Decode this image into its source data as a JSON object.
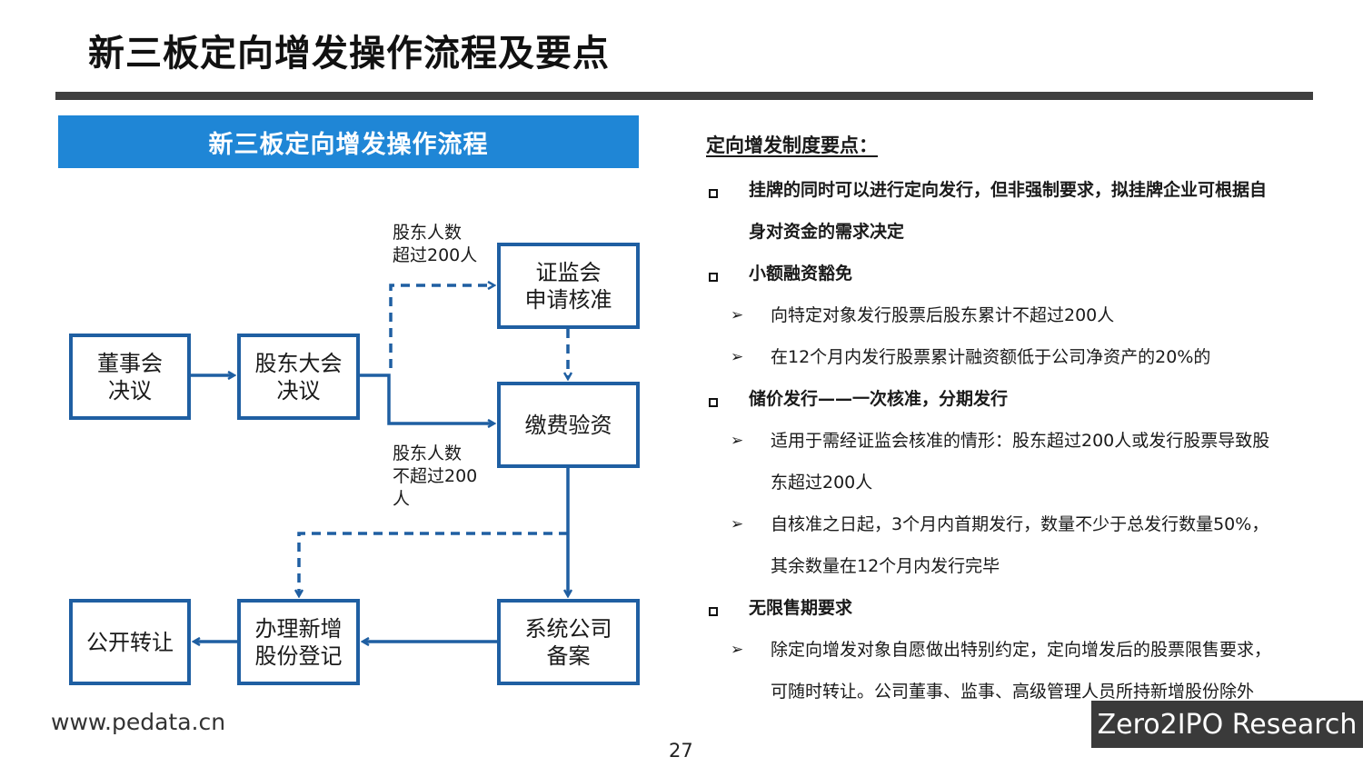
{
  "slide": {
    "title": "新三板定向增发操作流程及要点",
    "website": "www.pedata.cn",
    "page_number": "27",
    "brand": "Zero2IPO Research"
  },
  "flow": {
    "header": "新三板定向增发操作流程",
    "boxes": {
      "board": "董事会\n决议",
      "shareholders": "股东大会\n决议",
      "csrc": "证监会\n申请核准",
      "payment": "缴费验资",
      "system": "系统公司\n备案",
      "register": "办理新增\n股份登记",
      "transfer": "公开转让"
    },
    "notes": {
      "over200": "股东人数\n超过200人",
      "under200": "股东人数\n不超过200\n人"
    },
    "colors": {
      "box_border": "#1f5fa2",
      "arrow": "#1f5fa2",
      "header_bg": "#1f86d6"
    }
  },
  "key_points": {
    "title": "定向增发制度要点：",
    "b1": "挂牌的同时可以进行定向发行，但非强制要求，拟挂牌企业可根据自",
    "b1_cont": "身对资金的需求决定",
    "b2": "小额融资豁免",
    "b2_s1": "向特定对象发行股票后股东累计不超过200人",
    "b2_s2": "在12个月内发行股票累计融资额低于公司净资产的20%的",
    "b3": "储价发行——一次核准，分期发行",
    "b3_s1": "适用于需经证监会核准的情形：股东超过200人或发行股票导致股",
    "b3_s1_cont": "东超过200人",
    "b3_s2": "自核准之日起，3个月内首期发行，数量不少于总发行数量50%，",
    "b3_s2_cont": "其余数量在12个月内发行完毕",
    "b4": "无限售期要求",
    "b4_s1": "除定向增发对象自愿做出特别约定，定向增发后的股票限售要求，",
    "b4_s1_cont": "可随时转让。公司董事、监事、高级管理人员所持新增股份除外",
    "arrow_glyph": "➢"
  }
}
